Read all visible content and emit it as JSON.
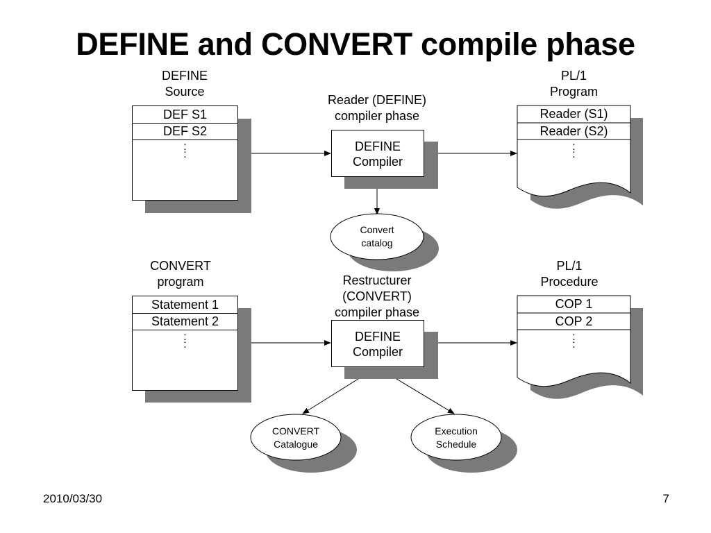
{
  "title": "DEFINE and CONVERT compile phase",
  "top": {
    "source_label": "DEFINE\nSource",
    "source_rows": [
      "DEF S1",
      "DEF S2"
    ],
    "compiler_label": "Reader (DEFINE)\ncompiler phase",
    "compiler_text": "DEFINE\nCompiler",
    "output_label": "PL/1\nProgram",
    "output_rows": [
      "Reader (S1)",
      "Reader (S2)"
    ],
    "catalog_lines": [
      "Convert",
      "catalog"
    ]
  },
  "bottom": {
    "source_label": "CONVERT\nprogram",
    "source_rows": [
      "Statement 1",
      "Statement 2"
    ],
    "compiler_label": "Restructurer\n(CONVERT)\ncompiler phase",
    "compiler_text": "DEFINE\nCompiler",
    "output_label": "PL/1\nProcedure",
    "output_rows": [
      "COP 1",
      "COP 2"
    ],
    "catalogue_lines": [
      "CONVERT",
      "Catalogue"
    ],
    "schedule_lines": [
      "Execution",
      "Schedule"
    ]
  },
  "ellipsis": ":\n:",
  "footer": {
    "date": "2010/03/30",
    "page": "7"
  }
}
